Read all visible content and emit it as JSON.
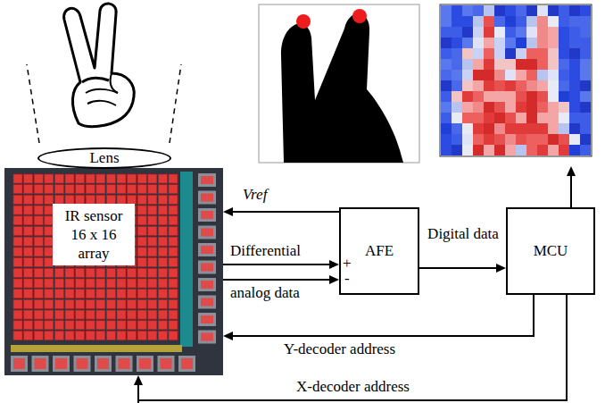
{
  "diagram": {
    "nodes": [
      {
        "text": [
          "Lens"
        ]
      },
      {
        "text": [
          "IR sensor 16 x 16 array"
        ]
      },
      {
        "text": [
          "AFE"
        ]
      },
      {
        "text": [
          "MCU"
        ]
      }
    ],
    "edges": [
      {
        "from": 2,
        "to": 1,
        "arrow": "to",
        "label": "Vref"
      },
      {
        "from": 1,
        "to": 2,
        "arrow": "to",
        "label": "Differential"
      },
      {
        "from": 1,
        "to": 2,
        "arrow": "to",
        "label": "analog data"
      },
      {
        "from": 2,
        "to": 3,
        "arrow": "to",
        "label": "Digital data"
      },
      {
        "from": 3,
        "to": 1,
        "arrow": "to",
        "label": "Y-decoder address"
      },
      {
        "from": 3,
        "to": 1,
        "arrow": "to",
        "label": "X-decoder address"
      }
    ],
    "labels": [
      "+",
      "-"
    ]
  }
}
